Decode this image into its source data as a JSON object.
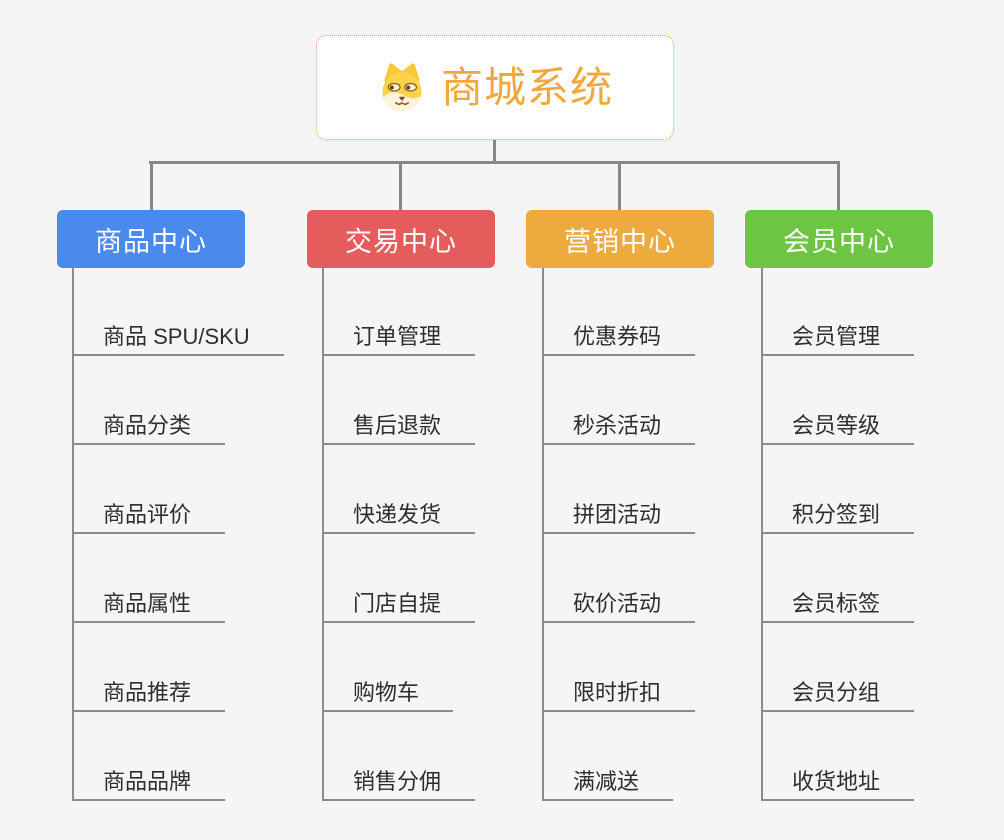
{
  "root": {
    "title": "商城系统",
    "icon": "doge-icon"
  },
  "branches": [
    {
      "label": "商品中心",
      "color": "#4a89ee",
      "items": [
        "商品 SPU/SKU",
        "商品分类",
        "商品评价",
        "商品属性",
        "商品推荐",
        "商品品牌"
      ]
    },
    {
      "label": "交易中心",
      "color": "#e45c5c",
      "items": [
        "订单管理",
        "售后退款",
        "快递发货",
        "门店自提",
        "购物车",
        "销售分佣"
      ]
    },
    {
      "label": "营销中心",
      "color": "#edaa3e",
      "items": [
        "优惠券码",
        "秒杀活动",
        "拼团活动",
        "砍价活动",
        "限时折扣",
        "满减送"
      ]
    },
    {
      "label": "会员中心",
      "color": "#6ec544",
      "items": [
        "会员管理",
        "会员等级",
        "积分签到",
        "会员标签",
        "会员分组",
        "收货地址"
      ]
    }
  ],
  "colors": {
    "background": "#f5f5f6",
    "root_accent": "#f3a73a",
    "root_border": "#eca63e",
    "connector": "#878787",
    "item_text": "#2e2e2e"
  }
}
